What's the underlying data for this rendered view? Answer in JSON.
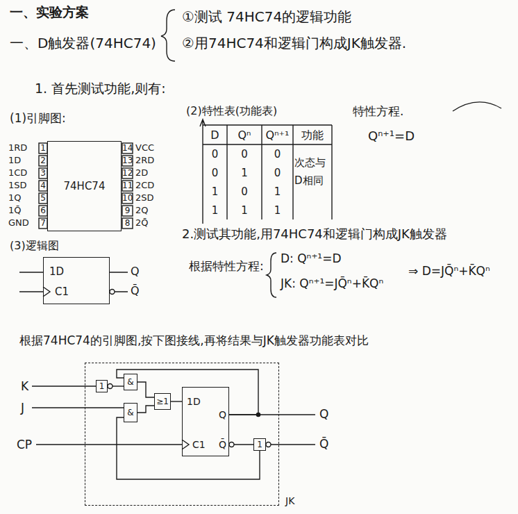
{
  "diagram": {
    "title": "一、实验方案",
    "nodes": [
      {
        "text": [
          "74HC74"
        ]
      },
      {
        "text": [
          "1D",
          "C1"
        ]
      },
      {
        "text": [
          "JK"
        ]
      },
      {
        "text": [
          "1"
        ],
        "in": 2
      },
      {
        "text": [
          "&"
        ],
        "in": 2
      },
      {
        "text": [
          "&"
        ],
        "in": 2
      },
      {
        "text": [
          "≥1"
        ],
        "in": 2
      },
      {
        "text": [
          "1D",
          "Q",
          "C1",
          "Q̄"
        ],
        "in": 2
      },
      {
        "text": [
          "1"
        ],
        "in": 2
      }
    ],
    "edges": [
      {
        "from": 3,
        "to": 4,
        "arrow": "none"
      },
      {
        "from": 4,
        "to": 6,
        "arrow": "none"
      },
      {
        "from": 5,
        "to": 6,
        "arrow": "none"
      },
      {
        "from": 6,
        "to": 7,
        "arrow": "none"
      },
      {
        "from": 7,
        "to": 4,
        "arrow": "none"
      },
      {
        "from": 7,
        "to": 8,
        "arrow": "none"
      },
      {
        "from": 8,
        "to": 5,
        "arrow": "none"
      }
    ],
    "labels": [
      "一、D触发器(74HC74)",
      "①测试 74HC74的逻辑功能",
      "②用74HC74和逻辑门构成JK触发器.",
      "1. 首先测试功能,则有:",
      "(1)引脚图:",
      "(2)特性表(功能表)",
      "特性方程.",
      "Qⁿ⁺¹=D",
      "1RD",
      "1",
      "1D",
      "2",
      "1CD",
      "3",
      "1SD",
      "4",
      "1Q",
      "5",
      "1Q̄",
      "6",
      "GND",
      "7",
      "14",
      "VCC",
      "13",
      "2RD",
      "12",
      "2D",
      "11",
      "2CD",
      "10",
      "2SD",
      "9",
      "2Q",
      "8",
      "2Q̄",
      "(3)逻辑图",
      "Q",
      "Q̄",
      "D",
      "Qⁿ",
      "Qⁿ⁺¹",
      "功能",
      "0",
      "0",
      "0",
      "0",
      "1",
      "0",
      "1",
      "0",
      "1",
      "1",
      "1",
      "1",
      "次态与D相同",
      "2.测试其功能,用74HC74和逻辑门构成JK触发器",
      "根据特性方程:",
      "D: Qⁿ⁺¹=D",
      "JK: Qⁿ⁺¹=JQ̄ⁿ+K̄Qⁿ",
      "⇒ D=JQ̄ⁿ+K̄Qⁿ",
      "根据74HC74的引脚图,按下图接线,再将结果与JK触发器功能表对比",
      "K",
      "J",
      "CP",
      "Q",
      "Q̄"
    ]
  }
}
